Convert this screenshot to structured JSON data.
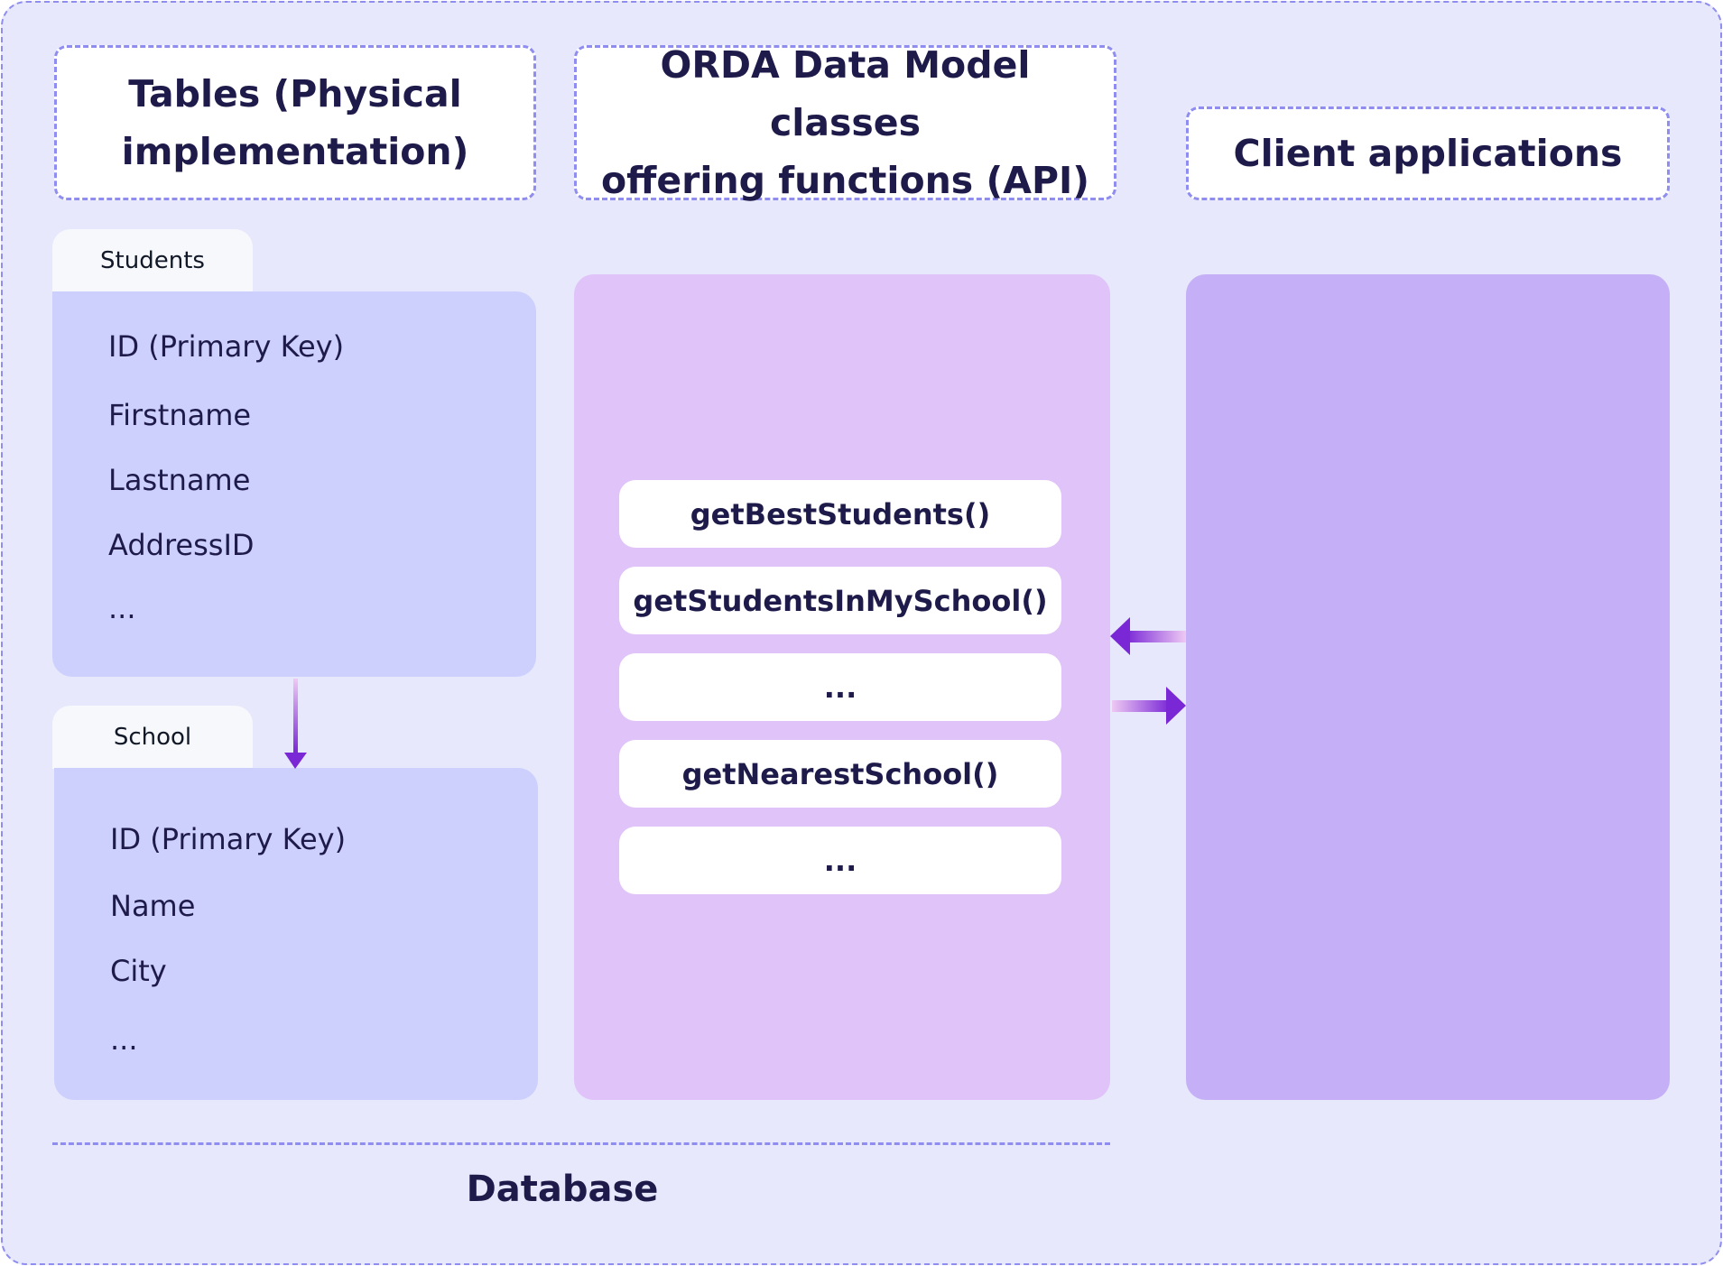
{
  "headers": {
    "tables": [
      "Tables (Physical",
      "implementation)"
    ],
    "orda": [
      "ORDA Data Model classes",
      "offering functions (API)"
    ],
    "client": "Client applications"
  },
  "students": {
    "tab": "Students",
    "fields": [
      "ID (Primary Key)",
      "Firstname",
      "Lastname",
      "AddressID",
      "..."
    ]
  },
  "school": {
    "tab": "School",
    "fields": [
      "ID (Primary Key)",
      "Name",
      "City",
      "..."
    ]
  },
  "functions": [
    "getBestStudents()",
    "getStudentsInMySchool()",
    "...",
    "getNearestSchool()",
    "..."
  ],
  "database_label": "Database",
  "colors": {
    "frame_bg": "#e7e8fb",
    "dashed_border": "#8f8df0",
    "table_body": "#cdd0fc",
    "orda_panel": "#dfc3f9",
    "client_panel": "#c5b0f7",
    "arrow": "#7a28d6"
  }
}
